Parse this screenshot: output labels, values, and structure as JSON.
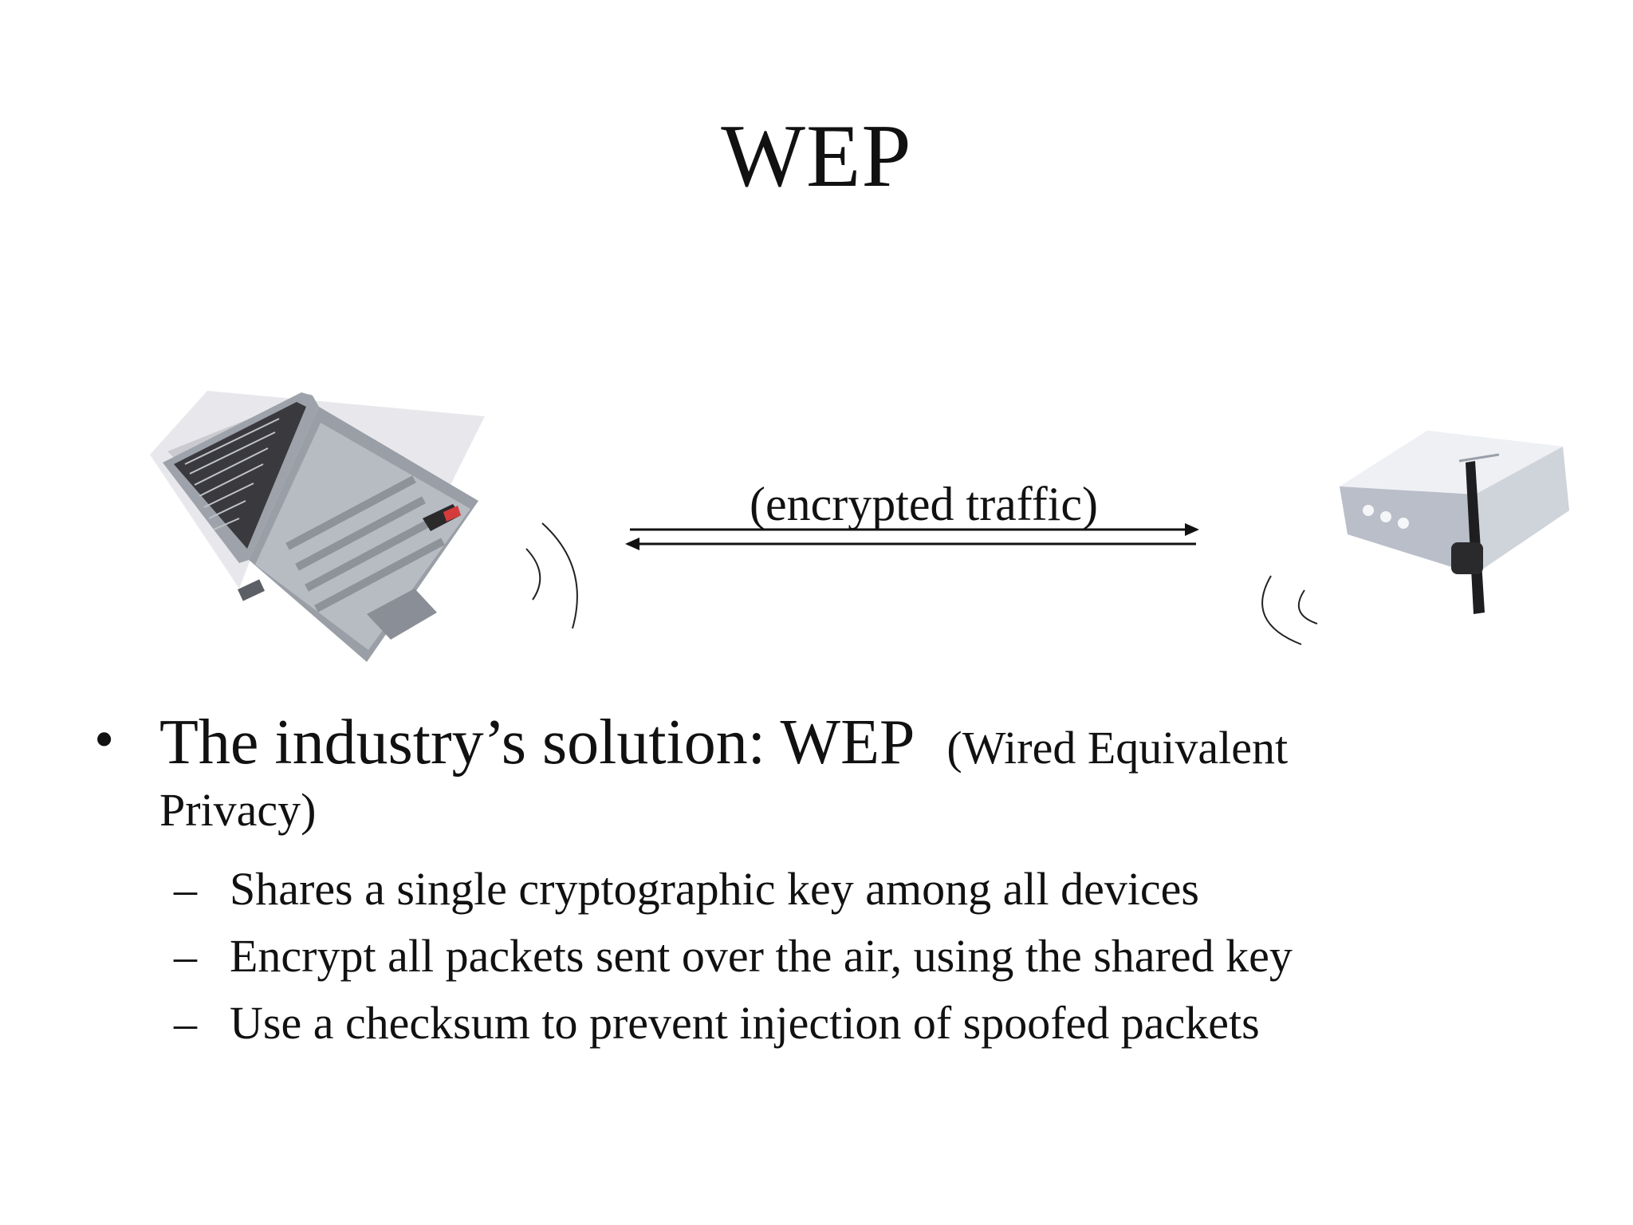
{
  "slide": {
    "title": "WEP",
    "diagram": {
      "left_device": "laptop-icon",
      "right_device": "wireless-router-icon",
      "arrow_label": "(encrypted traffic)"
    },
    "bullet": {
      "main": "The industry’s solution: WEP",
      "paren_part1": "(Wired Equivalent",
      "paren_part2": "Privacy)",
      "subitems": [
        "Shares a single cryptographic key among all devices",
        "Encrypt all packets sent over the air, using the shared key",
        "Use a checksum to prevent injection of spoofed packets"
      ]
    }
  }
}
